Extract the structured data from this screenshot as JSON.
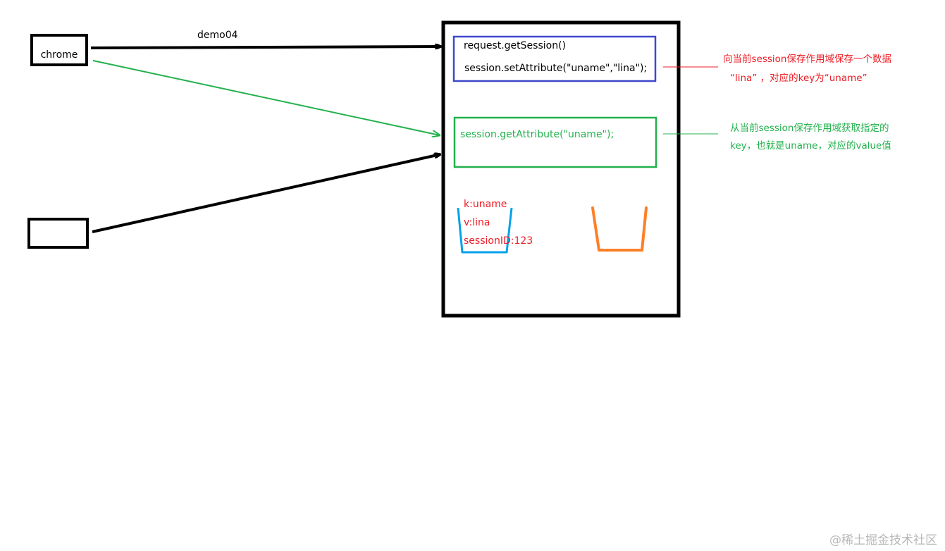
{
  "colors": {
    "black": "#000000",
    "green": "#22b14c",
    "blue": "#3f48cc",
    "red": "#ed1c24",
    "cyan": "#00a2e8",
    "orange": "#ff7f27",
    "watermark": "#b8b8b8"
  },
  "client": {
    "chrome_label": "chrome",
    "second_client_label": ""
  },
  "arrow_top": {
    "label": "demo04"
  },
  "server": {
    "set_block": {
      "line1": "request.getSession()",
      "line2": "session.setAttribute(\"uname\",\"lina\");"
    },
    "get_block": {
      "line1": "session.getAttribute(\"uname\");"
    },
    "session_store": {
      "key": "k:uname",
      "value": "v:lina",
      "session_id": "sessionID:123"
    }
  },
  "annotations": {
    "set_note_line1": "向当前session保存作用域保存一个数据",
    "set_note_line2": "“lina” ，对应的key为“uname”",
    "get_note_line1": "从当前session保存作用域获取指定的",
    "get_note_line2": "key，也就是uname，对应的value值"
  },
  "watermark": "@稀土掘金技术社区"
}
